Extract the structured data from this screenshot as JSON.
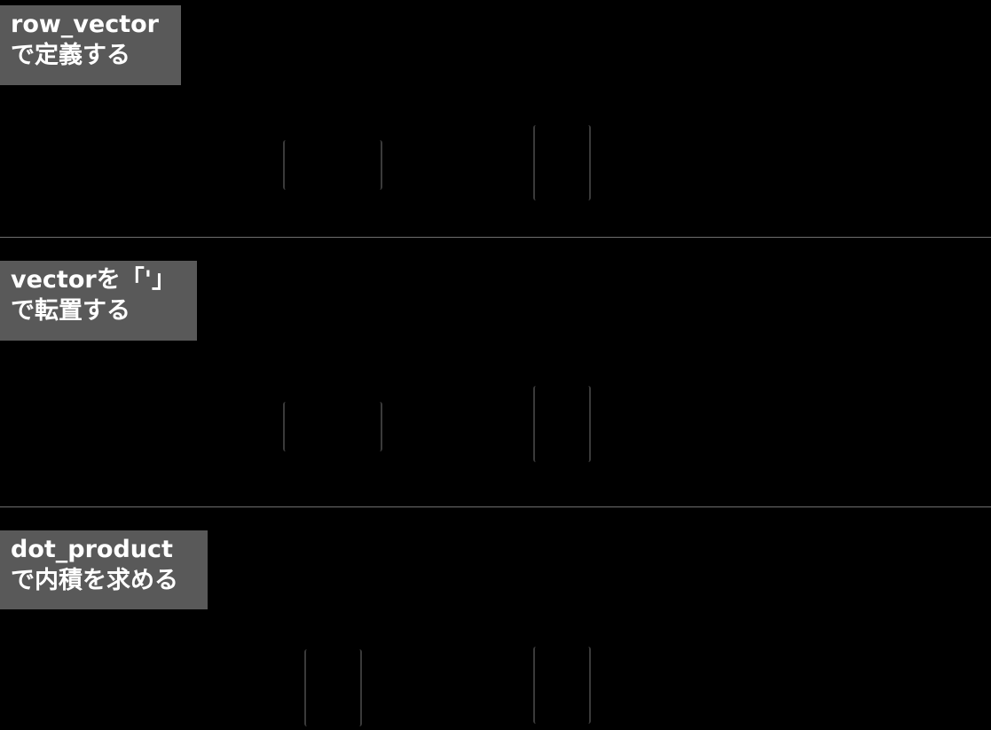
{
  "colors": {
    "background": "#000000",
    "label_box": "#595959",
    "label_text": "#ffffff",
    "divider": "#6e6e6e",
    "bracket": "#3a3a3a"
  },
  "sections": [
    {
      "label_line1": "row_vector",
      "label_line2": "で定義する",
      "matrices": [
        {
          "shape": "row",
          "contents": ""
        },
        {
          "shape": "column",
          "contents": ""
        }
      ]
    },
    {
      "label_line1": "vectorを「'」",
      "label_line2": "で転置する",
      "matrices": [
        {
          "shape": "row",
          "contents": ""
        },
        {
          "shape": "column",
          "contents": ""
        }
      ]
    },
    {
      "label_line1": "dot_product",
      "label_line2": "で内積を求める",
      "matrices": [
        {
          "shape": "column",
          "contents": ""
        },
        {
          "shape": "column",
          "contents": ""
        }
      ]
    }
  ]
}
